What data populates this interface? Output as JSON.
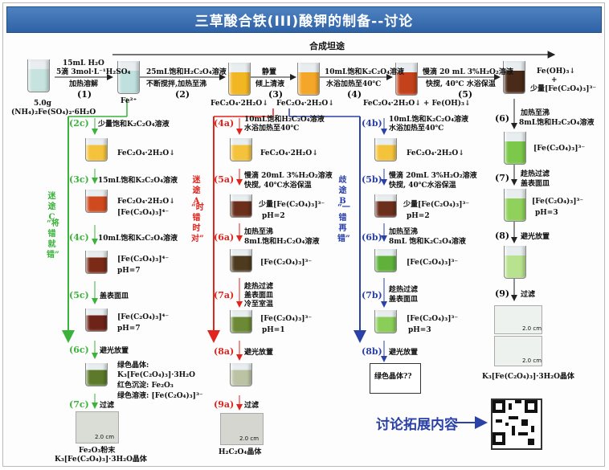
{
  "title": "三草酸合铁(III)酸钾的制备--讨论",
  "route_title": "合成坦途",
  "colors": {
    "red": "#e0241e",
    "green": "#3bb33b",
    "blue": "#2a41a8",
    "title_bg": "#2e63a6"
  },
  "top": {
    "start_label_1": "5.0g",
    "start_label_2": "(NH₄)₂Fe(SO₄)₂·6H₂O",
    "s1_line1": "15mL H₂O",
    "s1_line2": "5滴 3mol·L⁻¹H₂SO₄",
    "s1_line3": "加热溶解",
    "s1_num": "(1)",
    "fe2": "Fe²⁺",
    "s2_line1": "25mL饱和H₂C₂O₄溶液",
    "s2_line2": "不断搅拌,加热至沸",
    "s2_num": "(2)",
    "s2_prod": "FeC₂O₄·2H₂O↓",
    "s3_line1": "静置",
    "s3_line2": "倾上清液",
    "s3_num": "(3)",
    "s3_prod": "FeC₂O₄·2H₂O↓",
    "s4_line1": "10mL饱和K₂C₂O₄溶液",
    "s4_line2": "水浴加热至40℃",
    "s4_num": "(4)",
    "s4_prod": "FeC₂O₄·2H₂O↓ + Fe(OH)₃↓",
    "s5_line1": "慢滴 20 mL 3%H₂O₂溶液",
    "s5_line2": "快搅, 40℃ 水浴保温",
    "s5_num": "(5)",
    "s5_prod1": "Fe(OH)₃↓",
    "s5_plus": "+",
    "s5_prod2": "少量[Fe(C₂O₄)₃]³⁻"
  },
  "right_col": {
    "s6_num": "(6)",
    "s6_line1": "加热至沸",
    "s6_line2": "8mL饱和H₂C₂O₄溶液",
    "s6_prod": "[Fe(C₂O₄)₃]³⁻",
    "s7_num": "(7)",
    "s7_line1": "趁热过滤",
    "s7_line2": "盖表面皿",
    "s7_prod": "[Fe(C₂O₄)₃]³⁻",
    "s7_ph": "pH=3",
    "s8_num": "(8)",
    "s8_line": "避光放置",
    "s9_num": "(9)",
    "s9_line": "过滤",
    "scale1": "2.0 cm",
    "scale2": "2.0 cm",
    "final": "K₃[Fe(C₂O₄)₃]·3H₂O晶体"
  },
  "route_c": {
    "side_1": "迷途C",
    "side_2": "“将错就错”",
    "c2_num": "(2c)",
    "c2_line": "少量饱和K₂C₂O₄溶液",
    "c2_prod": "FeC₂O₄·2H₂O↓",
    "c3_num": "(3c)",
    "c3_line": "15mL饱和K₂C₂O₄溶液",
    "c3_prod1": "FeC₂O₄·2H₂O↓",
    "c3_prod2": "[Fe(C₂O₄)₃]⁴⁻",
    "c4_num": "(4c)",
    "c4_line": "10mL饱和K₂C₂O₄溶液",
    "c4_prod": "[Fe(C₂O₄)₃]⁴⁻",
    "c4_ph": "pH=7",
    "c5_num": "(5c)",
    "c5_line": "盖表面皿",
    "c5_prod": "[Fe(C₂O₄)₃]⁴⁻",
    "c5_ph": "pH=7",
    "c6_num": "(6c)",
    "c6_line": "避光放置",
    "c6_prod1": "绿色晶体:",
    "c6_prod2": "K₃[Fe(C₂O₄)₃]·3H₂O",
    "c6_prod3": "红色沉淀: Fe₂O₃",
    "c6_prod4": "绿色溶液: [Fe(C₂O₄)₃]³⁻",
    "c7_num": "(7c)",
    "c7_line": "过滤",
    "scale": "2.0 cm",
    "final1": "Fe₂O₃粉末",
    "final2": "K₃[Fe(C₂O₄)₃]·3H₂O晶体"
  },
  "route_a": {
    "side_1": "迷途A",
    "side_2": "“时错时对”",
    "a4_num": "(4a)",
    "a4_line1": "10mL饱和H₂C₂O₄溶液",
    "a4_line2": "水浴加热至40℃",
    "a4_prod": "FeC₂O₄·2H₂O↓",
    "a5_num": "(5a)",
    "a5_line1": "慢滴 20mL 3%H₂O₂溶液",
    "a5_line2": "快搅, 40℃水浴保温",
    "a5_prod": "少量[Fe(C₂O₄)₃]³⁻",
    "a5_ph": "pH=2",
    "a6_num": "(6a)",
    "a6_line1": "加热至沸",
    "a6_line2": "8mL饱和H₂C₂O₄溶液",
    "a6_prod": "[Fe(C₂O₄)₃]³⁻",
    "a7_num": "(7a)",
    "a7_line1": "趁热过滤",
    "a7_line2": "盖表面皿",
    "a7_line3": "冷至室温",
    "a7_prod": "[Fe(C₂O₄)₃]³⁻",
    "a7_ph": "pH=1",
    "a8_num": "(8a)",
    "a8_line": "避光放置",
    "a9_num": "(9a)",
    "a9_line": "过滤",
    "scale": "2.0 cm",
    "final": "H₂C₂O₄晶体"
  },
  "route_b": {
    "side_1": "歧途B",
    "side_2": "“一错再错”",
    "b4_num": "(4b)",
    "b4_line1": "10mL饱和K₂C₂O₄溶液",
    "b4_line2": "水浴加热至40℃",
    "b4_prod": "FeC₂O₄·2H₂O↓",
    "b5_num": "(5b)",
    "b5_line1": "慢滴 20mL 3%H₂O₂溶液",
    "b5_line2": "快搅, 40℃水浴保温",
    "b5_prod": "少量[Fe(C₂O₄)₃]³⁻",
    "b5_ph": "pH=2",
    "b6_num": "(6b)",
    "b6_line1": "加热至沸",
    "b6_line2": "8mL 饱和K₂C₂O₄溶液",
    "b6_prod": "[Fe(C₂O₄)₃]³⁻",
    "b7_num": "(7b)",
    "b7_line1": "趁热过滤",
    "b7_line2": "盖表面皿",
    "b7_prod": "[Fe(C₂O₄)₃]³⁻",
    "b7_ph": "pH=3",
    "b8_num": "(8b)",
    "b8_line": "避光放置",
    "final": "绿色晶体??"
  },
  "extend": "讨论拓展内容",
  "qr_icon": "qr-code-icon"
}
